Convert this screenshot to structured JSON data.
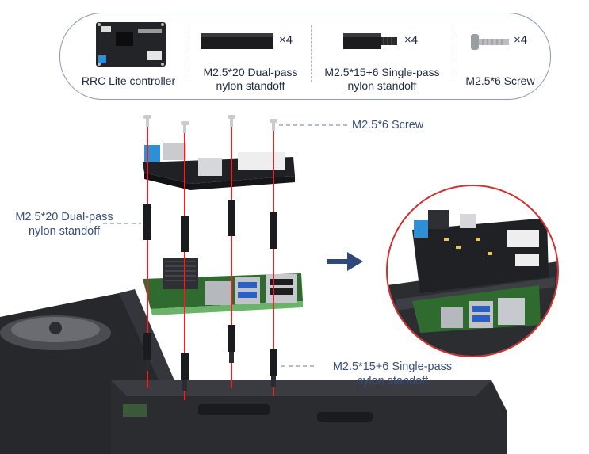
{
  "parts": [
    {
      "label": "RRC Lite controller",
      "qty": ""
    },
    {
      "label_line1": "M2.5*20 Dual-pass",
      "label_line2": "nylon standoff",
      "qty": "×4"
    },
    {
      "label_line1": "M2.5*15+6 Single-pass",
      "label_line2": "nylon standoff",
      "qty": "×4"
    },
    {
      "label": "M2.5*6 Screw",
      "qty": "×4"
    }
  ],
  "callouts": {
    "screw": "M2.5*6 Screw",
    "dual_line1": "M2.5*20 Dual-pass",
    "dual_line2": "nylon standoff",
    "single_line1": "M2.5*15+6 Single-pass",
    "single_line2": "nylon standoff"
  },
  "colors": {
    "guide_line": "#e0262b",
    "arrow": "#2f4a7a",
    "chassis": "#2b2d31",
    "pcb_green": "#3d7a3a",
    "zoom_ring": "#d32f2f"
  }
}
